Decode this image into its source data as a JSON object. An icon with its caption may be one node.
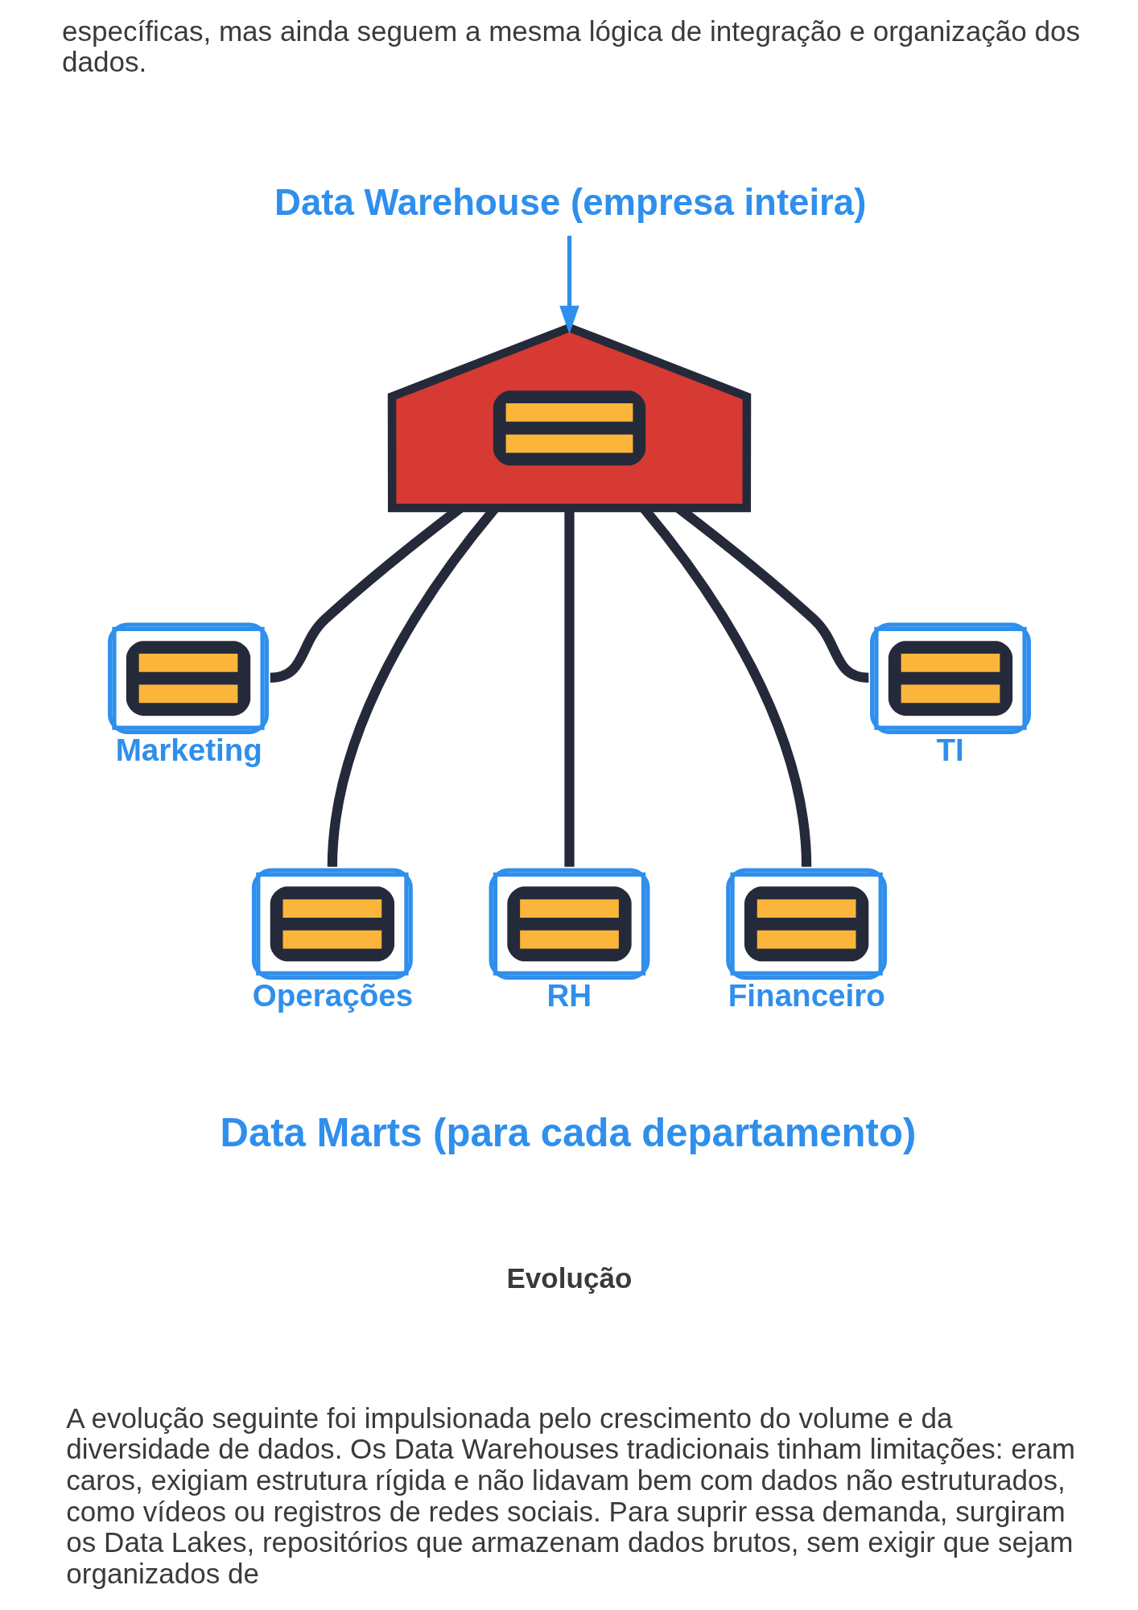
{
  "diagram": {
    "nodes": [
      {
        "text": [
          "Data Warehouse (empresa inteira)"
        ]
      },
      {
        "text": [],
        "shape": "picture"
      },
      {
        "text": [],
        "shape": "picture",
        "beside": [
          "Marketing"
        ]
      },
      {
        "text": [],
        "shape": "picture",
        "beside": [
          "TI"
        ]
      },
      {
        "text": [],
        "shape": "picture",
        "beside": [
          "Operações"
        ]
      },
      {
        "text": [],
        "shape": "picture",
        "beside": [
          "Financeiro"
        ]
      },
      {
        "text": [],
        "shape": "picture",
        "beside": [
          "RH"
        ]
      }
    ],
    "edges": [
      {
        "from": 0,
        "to": 1,
        "arrow": "to",
        "color": "#2f8fec"
      },
      {
        "from": 1,
        "to": 2,
        "arrow": "none"
      },
      {
        "from": 1,
        "to": 3,
        "arrow": "none"
      },
      {
        "from": 1,
        "to": 4,
        "arrow": "none"
      },
      {
        "from": 1,
        "to": 5,
        "arrow": "none"
      },
      {
        "from": 1,
        "to": 6,
        "arrow": "none"
      }
    ],
    "labels": [
      "específicas, mas ainda seguem a mesma lógica de integração e organização dos dados.",
      "Data Marts (para cada departamento)",
      "Evolução",
      "A evolução seguinte foi impulsionada pelo crescimento do volume e da diversidade de dados. Os Data Warehouses tradicionais tinham limitações: eram caros, exigiam estrutura rígida e não lidavam bem com dados não estruturados, como vídeos ou registros de redes sociais. Para suprir essa demanda, surgiram os Data Lakes, repositórios que armazenam dados brutos, sem exigir que sejam organizados de"
    ]
  }
}
